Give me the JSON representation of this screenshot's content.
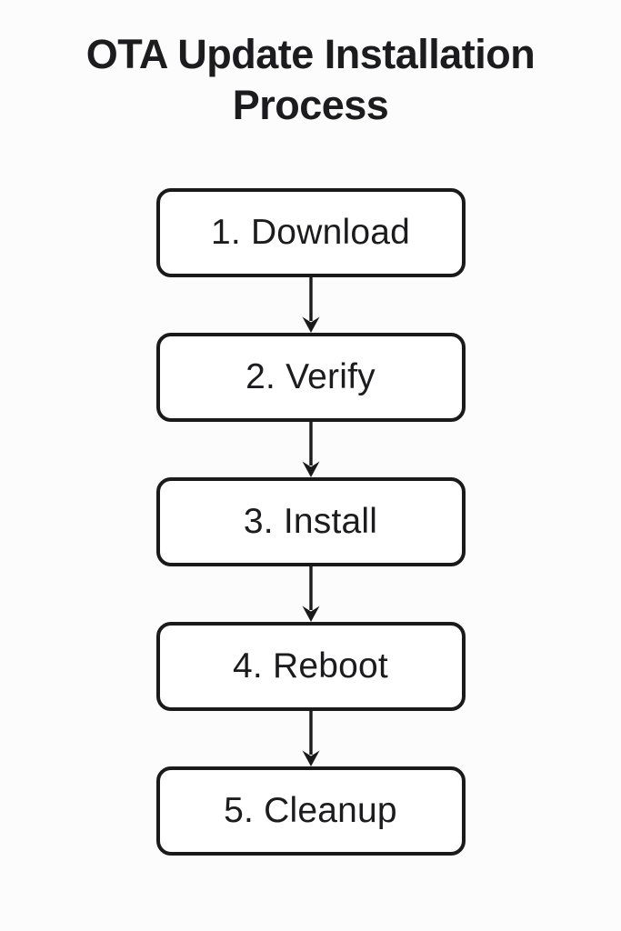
{
  "title": "OTA Update Installation Process",
  "flow": {
    "steps": [
      {
        "label": "1. Download"
      },
      {
        "label": "2. Verify"
      },
      {
        "label": "3. Install"
      },
      {
        "label": "4. Reboot"
      },
      {
        "label": "5. Cleanup"
      }
    ]
  },
  "connectors": {
    "type": "arrow-down",
    "count": 4
  },
  "colors": {
    "outline": "#1a1a1a",
    "text": "#1c1c1e",
    "background": "#fcfcfc",
    "box_fill": "#ffffff"
  }
}
